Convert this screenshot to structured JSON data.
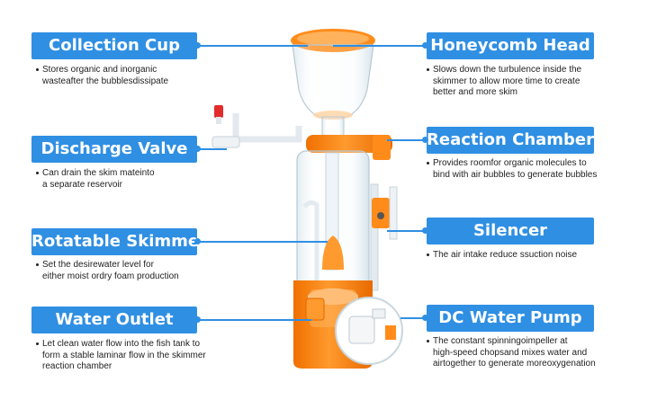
{
  "left": [
    {
      "title": "Collection Cup",
      "lines": [
        "Stores organic and inorganic",
        "wasteafter the bubblesdissipate"
      ]
    },
    {
      "title": "Discharge Valve",
      "lines": [
        "Can drain the skim mateinto",
        "a separate reservoir"
      ]
    },
    {
      "title": "Rotatable Skimmer",
      "lines": [
        "Set the desirewater level for",
        "either moist ordry foam production"
      ]
    },
    {
      "title": "Water Outlet",
      "lines": [
        "Let clean water flow into the fish tank to",
        "form a stable laminar flow in the skimmer",
        "reaction chamber"
      ]
    }
  ],
  "right": [
    {
      "title": "Honeycomb Head",
      "lines": [
        "Slows down the turbulence inside the",
        "skimmer to allow more time to create",
        "better and more skim"
      ]
    },
    {
      "title": "Reaction Chamber",
      "lines": [
        "Provides roomfor organic molecules to",
        "bind with air bubbles to generate bubbles"
      ]
    },
    {
      "title": "Silencer",
      "lines": [
        "The air intake reduce ssuction noise"
      ]
    },
    {
      "title": "DC Water Pump",
      "lines": [
        "The constant spinningoimpeller at",
        "high-speed chopsand mixes water and",
        "airtogether to generate moreoxygenation"
      ]
    }
  ],
  "colors": {
    "accent": "#2f8fe3",
    "orange": "#ff8c1a",
    "clear": "#d7e6ee"
  }
}
